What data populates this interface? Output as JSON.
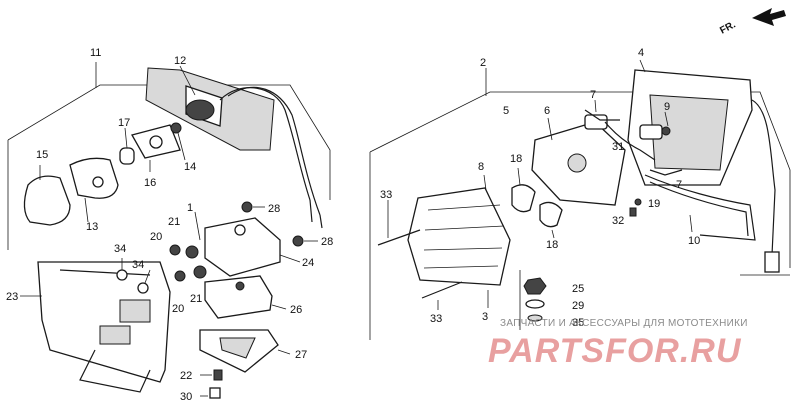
{
  "labels": {
    "p1": "1",
    "p2": "2",
    "p3": "3",
    "p4": "4",
    "p5": "5",
    "p6": "6",
    "p7a": "7",
    "p7b": "7",
    "p8": "8",
    "p9": "9",
    "p10": "10",
    "p11": "11",
    "p12": "12",
    "p13": "13",
    "p14": "14",
    "p15": "15",
    "p16": "16",
    "p17": "17",
    "p18a": "18",
    "p18b": "18",
    "p19": "19",
    "p20a": "20",
    "p20b": "20",
    "p21a": "21",
    "p21b": "21",
    "p22": "22",
    "p23": "23",
    "p24": "24",
    "p25": "25",
    "p26": "26",
    "p27": "27",
    "p28a": "28",
    "p28b": "28",
    "p29": "29",
    "p30": "30",
    "p31": "31",
    "p32": "32",
    "p33a": "33",
    "p33b": "33",
    "p34a": "34",
    "p34b": "34",
    "p35": "35"
  },
  "direction_marker": "FR.",
  "watermark": {
    "caption": "ЗАПЧАСТИ И АКСЕССУАРЫ ДЛЯ МОТОТЕХНИКИ",
    "brand": "PARTSFOR.RU"
  },
  "colors": {
    "line": "#1a1a1a",
    "watermark_brand": "#e8a0a0",
    "watermark_caption": "#8a8a8a"
  }
}
